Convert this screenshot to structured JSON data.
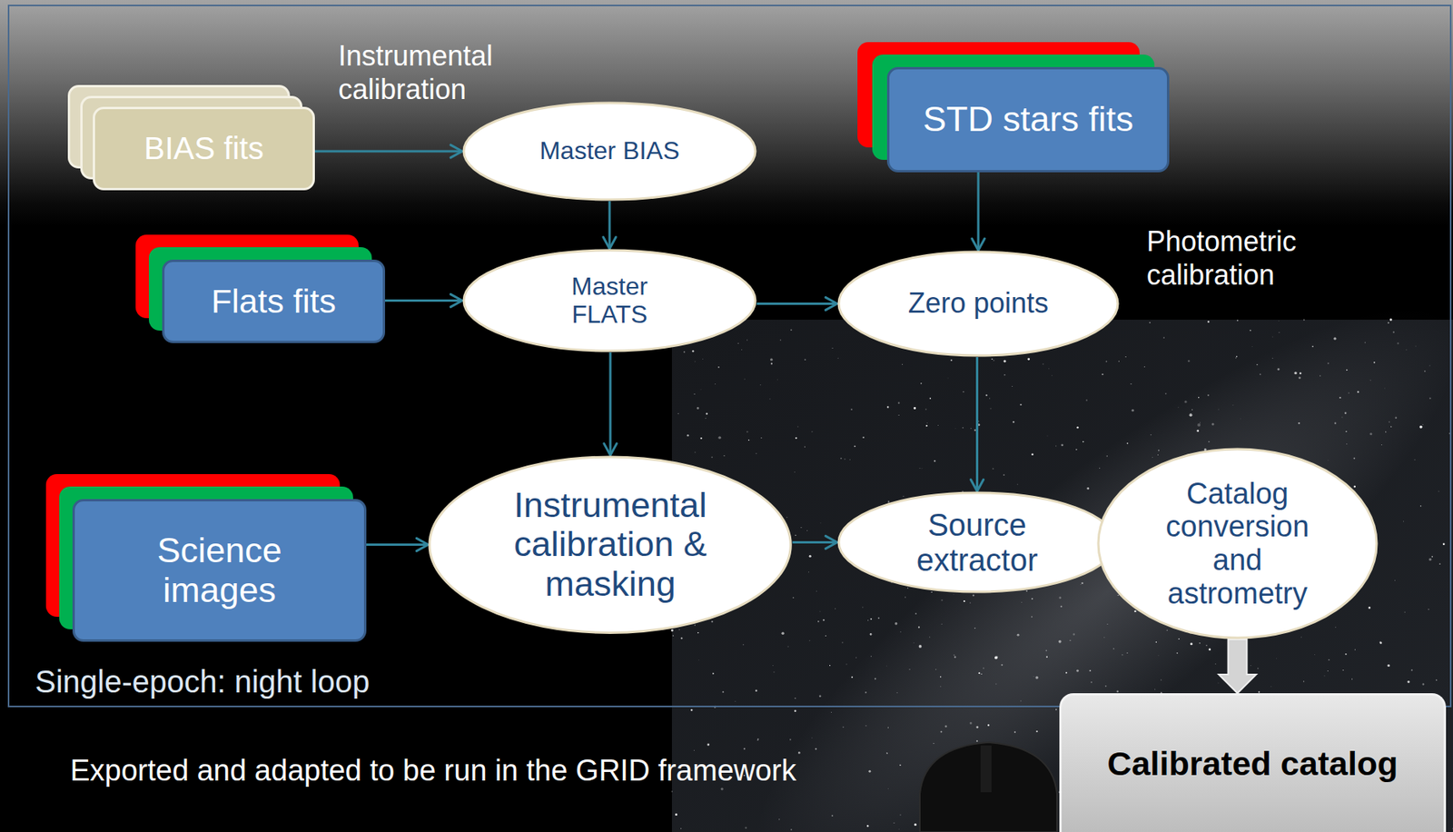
{
  "diagram": {
    "nodes": [
      {
        "text": [
          "Single-epoch: night loop"
        ]
      },
      {
        "text": [
          "BIAS fits"
        ],
        "in": 0
      },
      {
        "text": [
          "Master BIAS"
        ],
        "in": 0
      },
      {
        "text": [
          "STD stars fits"
        ],
        "in": 0
      },
      {
        "text": [
          "Flats fits"
        ],
        "in": 0
      },
      {
        "text": [
          "Master FLATS"
        ],
        "in": 0
      },
      {
        "text": [
          "Zero points"
        ],
        "in": 0
      },
      {
        "text": [
          "Science images"
        ],
        "in": 0
      },
      {
        "text": [
          "Instrumental calibration & masking"
        ],
        "in": 0
      },
      {
        "text": [
          "Source extractor"
        ],
        "in": 0
      },
      {
        "text": [
          "Catalog conversion and astrometry"
        ],
        "in": 0
      },
      {
        "text": [
          "Calibrated catalog"
        ]
      }
    ],
    "edges": [
      {
        "from": 1,
        "to": 2,
        "arrow": "to"
      },
      {
        "from": 2,
        "to": 5,
        "arrow": "to"
      },
      {
        "from": 3,
        "to": 6,
        "arrow": "to"
      },
      {
        "from": 4,
        "to": 5,
        "arrow": "to"
      },
      {
        "from": 5,
        "to": 6,
        "arrow": "to"
      },
      {
        "from": 5,
        "to": 8,
        "arrow": "to"
      },
      {
        "from": 6,
        "to": 9,
        "arrow": "to"
      },
      {
        "from": 7,
        "to": 8,
        "arrow": "to"
      },
      {
        "from": 8,
        "to": 9,
        "arrow": "to"
      },
      {
        "from": 10,
        "to": 11,
        "arrow": "to"
      }
    ],
    "labels": [
      "Instrumental calibration",
      "Photometric calibration",
      "Exported and adapted to be run in the GRID framework"
    ]
  }
}
